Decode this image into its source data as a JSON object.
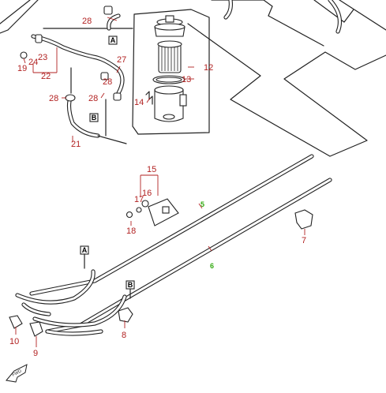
{
  "colors": {
    "label": "#b22222",
    "highlight_label": "#33aa11",
    "line": "#222222",
    "background": "#ffffff"
  },
  "labels": {
    "p5": "5",
    "p6": "6",
    "p7": "7",
    "p8": "8",
    "p9": "9",
    "p10": "10",
    "p12": "12",
    "p13": "13",
    "p14": "14",
    "p15": "15",
    "p16": "16",
    "p17": "17",
    "p18": "18",
    "p19": "19",
    "p21": "21",
    "p22": "22",
    "p23": "23",
    "p24": "24",
    "p27": "27",
    "p28a": "28",
    "p28b": "28",
    "p28c": "28",
    "p28d": "28"
  },
  "connectors": {
    "a_top": "A",
    "b_top": "B",
    "a_bottom": "A",
    "b_bottom": "B"
  },
  "front_arrow": "FWD",
  "icons": {
    "front": "front-direction-arrow-icon"
  }
}
